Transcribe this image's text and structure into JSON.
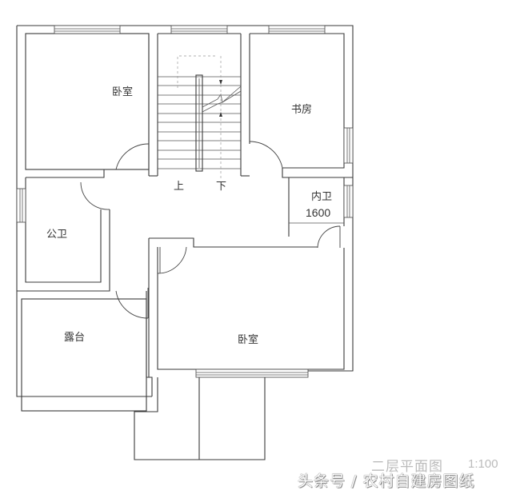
{
  "drawing": {
    "title": "二层平面图",
    "scale": "1:100",
    "rooms": [
      {
        "id": "bedroom-nw",
        "label": "卧室"
      },
      {
        "id": "study",
        "label": "书房"
      },
      {
        "id": "ensuite-bath",
        "label": "内卫"
      },
      {
        "id": "public-bath",
        "label": "公卫"
      },
      {
        "id": "terrace",
        "label": "露台"
      },
      {
        "id": "bedroom-se",
        "label": "卧室"
      }
    ],
    "stair": {
      "up_label": "上",
      "down_label": "下"
    },
    "dimension": "1600"
  },
  "watermark": "头条号 / 农村自建房图纸",
  "colors": {
    "line": "#3a3a3a",
    "background": "#ffffff",
    "caption": "#bbbbbb"
  }
}
